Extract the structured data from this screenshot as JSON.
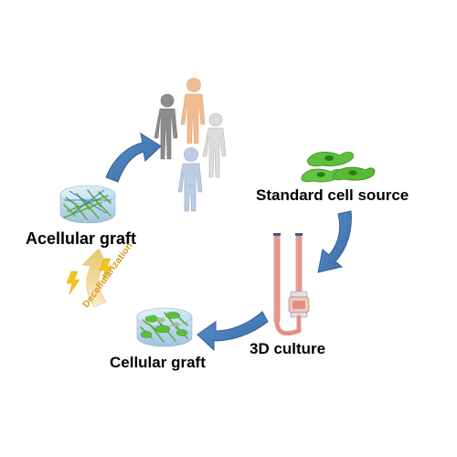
{
  "labels": {
    "standard_cell_source": "Standard cell source",
    "acellular_graft": "Acellular graft",
    "cellular_graft": "Cellular graft",
    "culture_3d": "3D culture",
    "decellularization": "Decellularization"
  },
  "colors": {
    "blue_arrow": "#4a7eba",
    "blue_arrow_dark": "#2f5f96",
    "gold_arrow": "#edcf86",
    "gold_text": "#d49a1c",
    "lightning": "#f1bf18",
    "cell_green": "#5bbf3a",
    "person_gray": "#8a8a8a",
    "person_orange": "#f0b98c",
    "person_light": "#d6d6d6",
    "person_blue": "#b7c9e2",
    "tube_red": "#e9958c"
  },
  "icons": [
    "people-group-icon",
    "cell-cluster-icon",
    "bioreactor-icon",
    "scaffold-disc-icon",
    "lightning-icon",
    "cycle-arrow-icon"
  ]
}
